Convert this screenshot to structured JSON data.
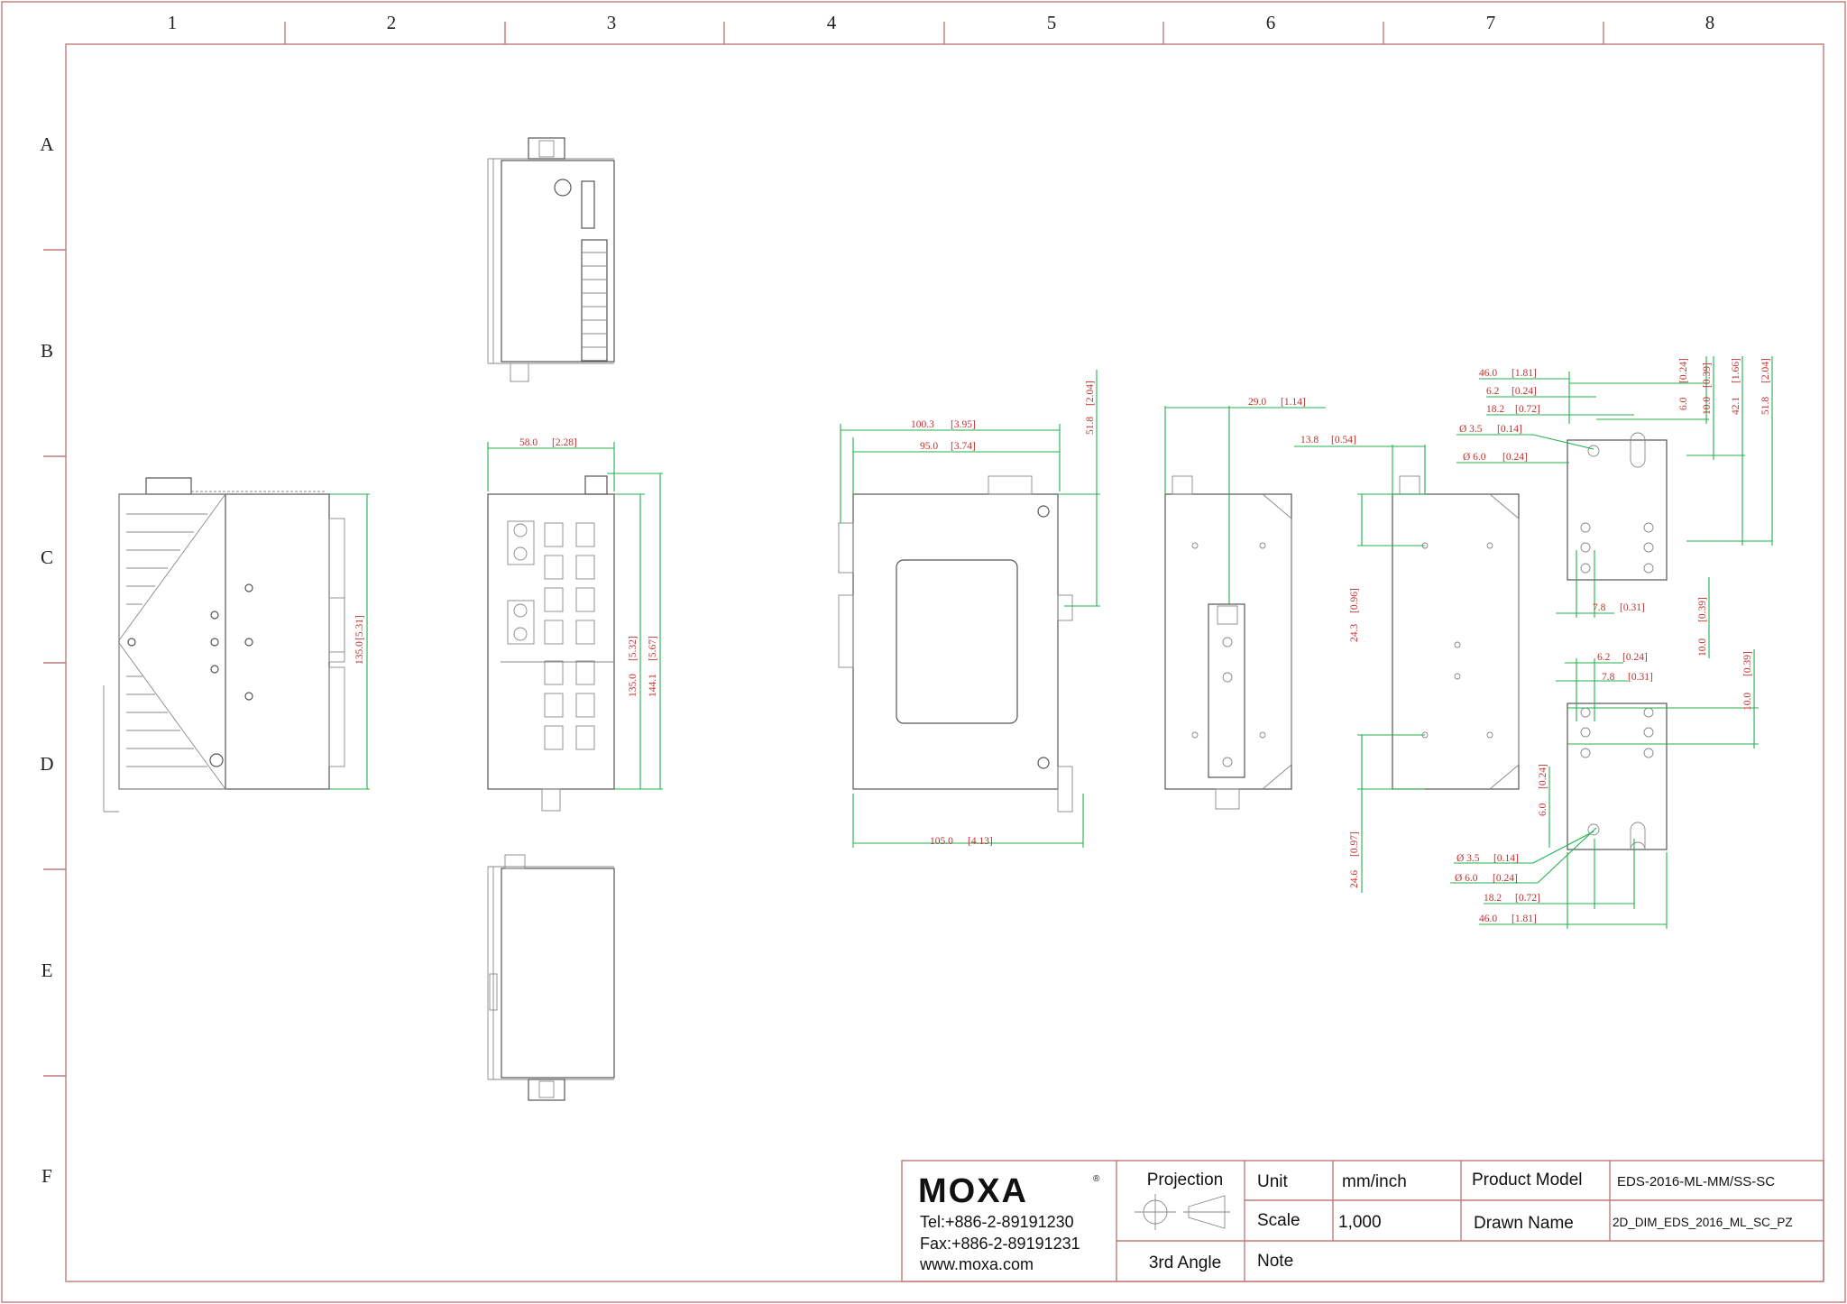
{
  "columns": [
    "1",
    "2",
    "3",
    "4",
    "5",
    "6",
    "7",
    "8"
  ],
  "rows": [
    "A",
    "B",
    "C",
    "D",
    "E",
    "F"
  ],
  "dimensions": {
    "side_left_height": "135.0",
    "side_left_height_in": "[5.31]",
    "front_width": "58.0",
    "front_width_in": "[2.28]",
    "front_h1": "135.0",
    "front_h1_in": "[5.32]",
    "front_h2": "144.1",
    "front_h2_in": "[5.67]",
    "side_w1": "100.3",
    "side_w1_in": "[3.95]",
    "side_w2": "95.0",
    "side_w2_in": "[3.74]",
    "side_h": "51.8",
    "side_h_in": "[2.04]",
    "side_bottom": "105.0",
    "side_bottom_in": "[4.13]",
    "rear_w": "29.0",
    "rear_w_in": "[1.14]",
    "din_off": "13.8",
    "din_off_in": "[0.54]",
    "din_top": "24.3",
    "din_top_in": "[0.96]",
    "din_bottom": "24.6",
    "din_bottom_in": "[0.97]",
    "w_46_top": "46.0",
    "w_46_top_in": "[1.81]",
    "w_62_top": "6.2",
    "w_62_top_in": "[0.24]",
    "w_182_top": "18.2",
    "w_182_top_in": "[0.72]",
    "phi35_top": "Ø 3.5",
    "phi35_top_in": "[0.14]",
    "phi6_top": "Ø 6.0",
    "phi6_top_in": "[0.24]",
    "v6_top": "6.0",
    "v6_top_in": "[0.24]",
    "v10_top": "10.0",
    "v10_top_in": "[0.39]",
    "v421": "42.1",
    "v421_in": "[1.66]",
    "v518": "51.8",
    "v518_in": "[2.04]",
    "w_78_top": "7.8",
    "w_78_top_in": "[0.31]",
    "v10_mid": "10.0",
    "v10_mid_in": "[0.39]",
    "w_62_bot": "6.2",
    "w_62_bot_in": "[0.24]",
    "w_78_bot": "7.8",
    "w_78_bot_in": "[0.31]",
    "v10_right": "10.0",
    "v10_right_in": "[0.39]",
    "v6_bot": "6.0",
    "v6_bot_in": "[0.24]",
    "phi35_bot": "Ø 3.5",
    "phi35_bot_in": "[0.14]",
    "phi6_bot": "Ø 6.0",
    "phi6_bot_in": "[0.24]",
    "w_182_bot": "18.2",
    "w_182_bot_in": "[0.72]",
    "w_46_bot": "46.0",
    "w_46_bot_in": "[1.81]"
  },
  "title_block": {
    "logo": "MOXA",
    "tel": "Tel:+886-2-89191230",
    "fax": "Fax:+886-2-89191231",
    "web": "www.moxa.com",
    "projection_label": "Projection",
    "angle_label": "3rd Angle",
    "unit_label": "Unit",
    "unit_value": "mm/inch",
    "scale_label": "Scale",
    "scale_value": "1,000",
    "note_label": "Note",
    "model_label": "Product Model",
    "model_value": "EDS-2016-ML-MM/SS-SC",
    "drawn_label": "Drawn Name",
    "drawn_value": "2D_DIM_EDS_2016_ML_SC_PZ"
  },
  "colors": {
    "frame": "#c07a7a",
    "dimension_line": "#22b14c",
    "dimension_text": "#c0302f",
    "outline": "#555555"
  }
}
